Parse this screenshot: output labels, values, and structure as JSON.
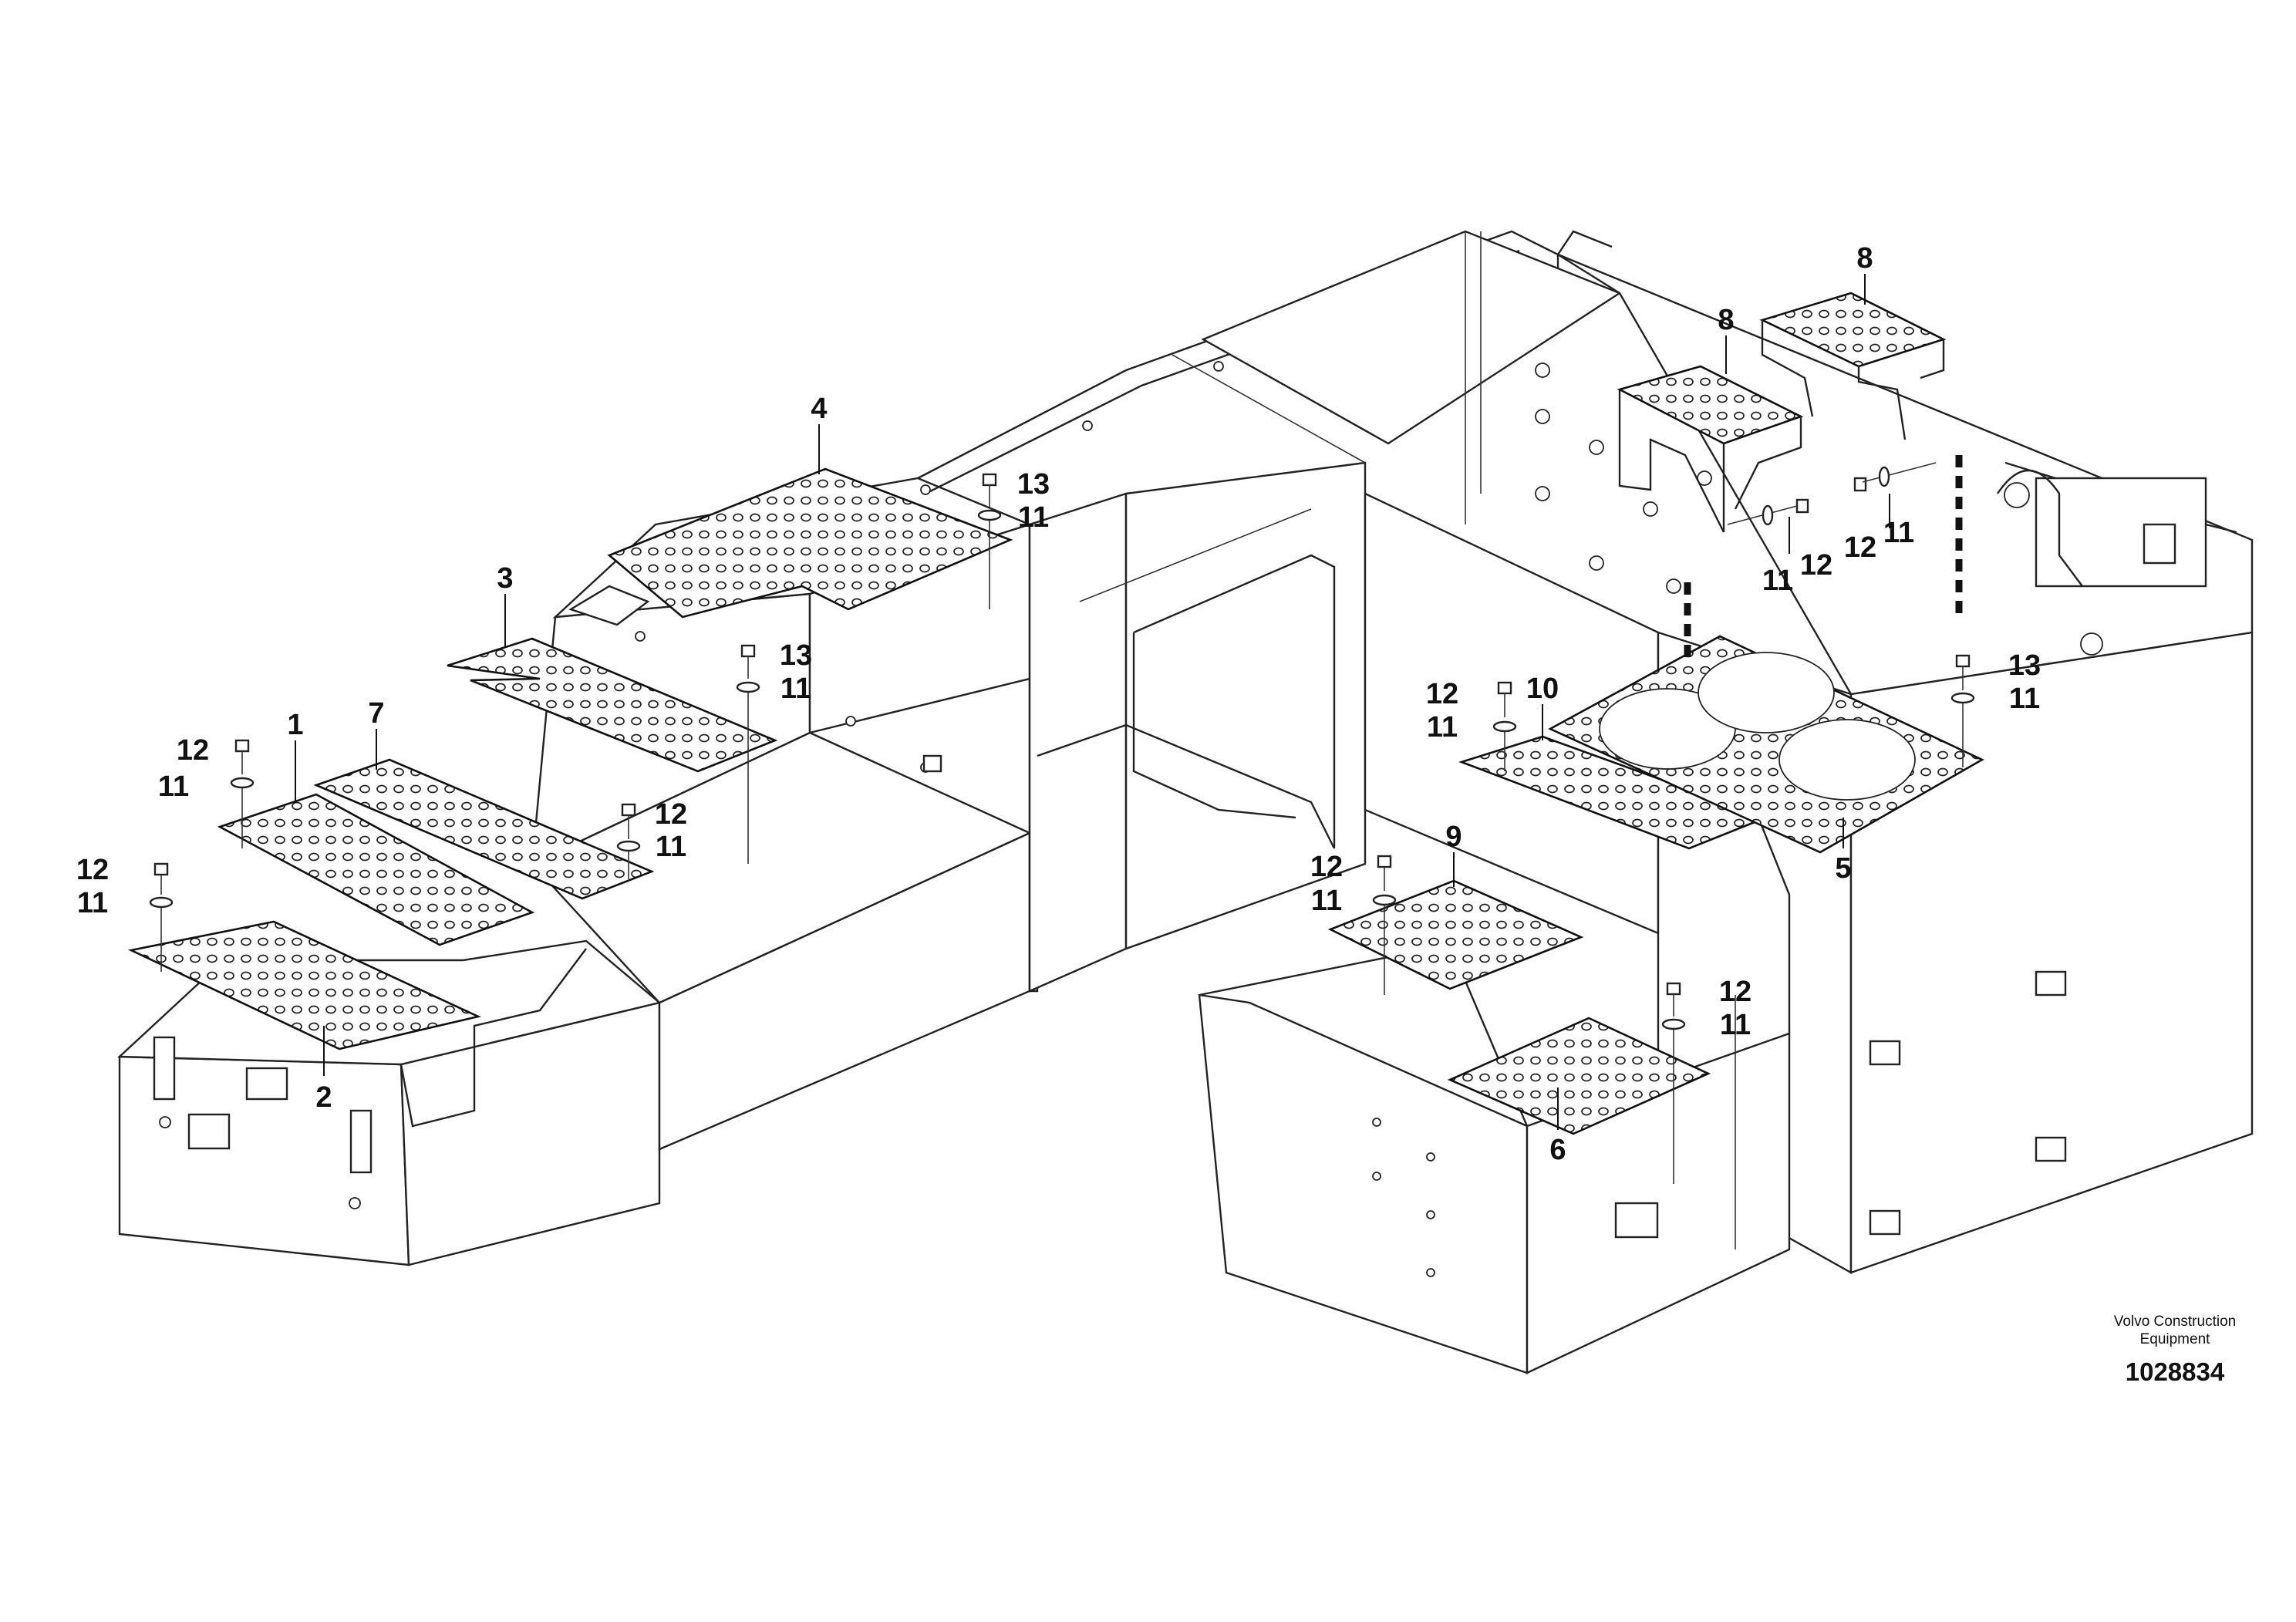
{
  "callouts": {
    "c1": "1",
    "c2": "2",
    "c3": "3",
    "c4": "4",
    "c5": "5",
    "c6": "6",
    "c7": "7",
    "c8a": "8",
    "c8b": "8",
    "c9": "9",
    "c10": "10",
    "c11": "11",
    "c12": "12",
    "c13": "13"
  },
  "footer": {
    "company_line1": "Volvo Construction",
    "company_line2": "Equipment",
    "drawing_number": "1028834"
  }
}
